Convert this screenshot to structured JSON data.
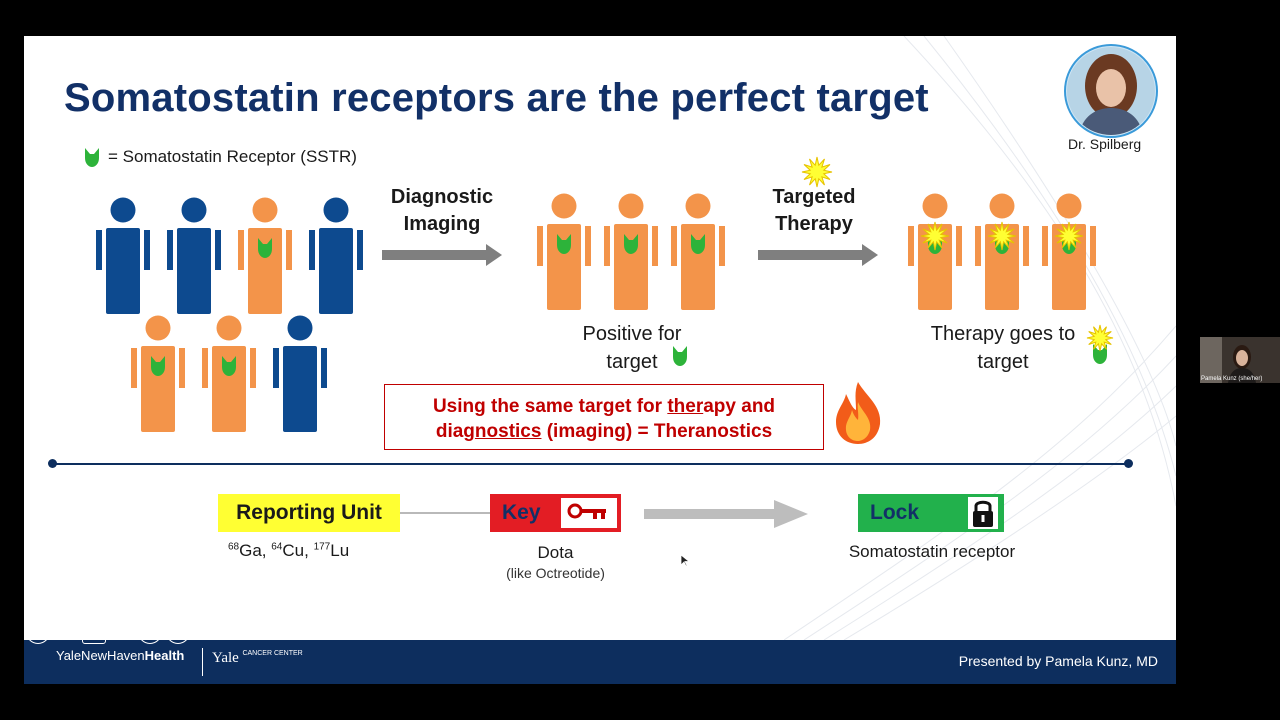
{
  "slide": {
    "title": "Somatostatin receptors are the perfect target",
    "legend_text": "= Somatostatin Receptor (SSTR)",
    "presenter_name": "Dr. Spilberg",
    "step1_label_line1": "Diagnostic",
    "step1_label_line2": "Imaging",
    "step2_label_line1": "Targeted",
    "step2_label_line2": "Therapy",
    "positive_line1": "Positive for",
    "positive_line2": "target",
    "therapy_line1": "Therapy goes to",
    "therapy_line2": "target",
    "theranostics_line1_a": "Using the same target for ",
    "theranostics_line1_b": "ther",
    "theranostics_line1_c": "apy and",
    "theranostics_line2_a": "diag",
    "theranostics_line2_b": "nostics",
    "theranostics_line2_c": " (imaging) = Theranostics",
    "reporting_unit": "Reporting Unit",
    "isotopes": {
      "ga_mass": "68",
      "ga": "Ga, ",
      "cu_mass": "64",
      "cu": "Cu, ",
      "lu_mass": "177",
      "lu": "Lu"
    },
    "key_label": "Key",
    "dota_label": "Dota",
    "dota_sub": "(like Octreotide)",
    "lock_label": "Lock",
    "lock_caption": "Somatostatin receptor",
    "footer_presented": "Presented by Pamela Kunz, MD",
    "footer_ynhh_a": "YaleNewHaven",
    "footer_ynhh_b": "Health",
    "footer_yale": "Yale",
    "footer_yale_sub": "CANCER CENTER"
  },
  "webcam": {
    "label": "Pamela Kunz (she/her)"
  },
  "colors": {
    "navy": "#0d4a8f",
    "orange": "#f3944a",
    "green": "#2db33a",
    "title": "#123067",
    "red": "#c00000",
    "yellow": "#ffff33"
  },
  "icons": [
    "receptor-icon",
    "starburst-icon",
    "flame-icon",
    "key-icon",
    "padlock-icon",
    "prev-icon",
    "pen-icon",
    "grid-icon",
    "zoom-icon",
    "more-icon",
    "next-icon"
  ]
}
